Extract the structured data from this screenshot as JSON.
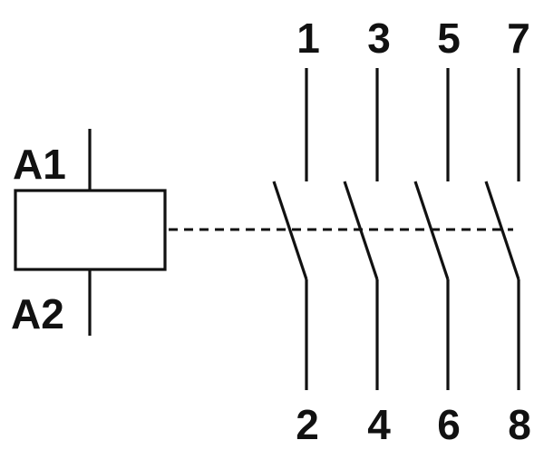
{
  "coil": {
    "terminal_top": "A1",
    "terminal_bottom": "A2"
  },
  "contacts": [
    {
      "top": "1",
      "bottom": "2"
    },
    {
      "top": "3",
      "bottom": "4"
    },
    {
      "top": "5",
      "bottom": "6"
    },
    {
      "top": "7",
      "bottom": "8"
    }
  ],
  "colors": {
    "line": "#111111",
    "background": "#ffffff"
  }
}
